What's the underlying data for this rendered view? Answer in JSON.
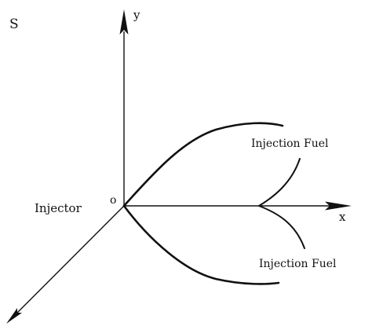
{
  "labels": {
    "corner": "S",
    "y_axis": "y",
    "x_axis": "x",
    "origin": "o",
    "injector": "Injector",
    "upper_fuel": "Injection Fuel",
    "lower_fuel": "Injection Fuel"
  },
  "colors": {
    "ink": "#111111",
    "background": "#ffffff"
  }
}
